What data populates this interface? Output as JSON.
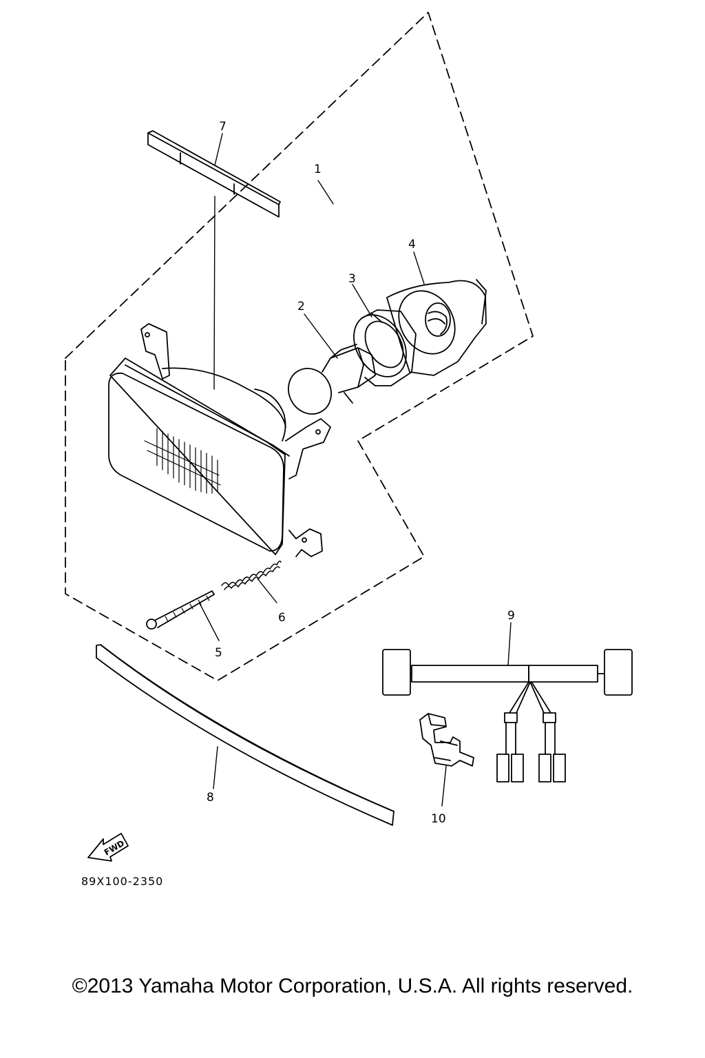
{
  "parts": [
    {
      "id": "1",
      "label": "1"
    },
    {
      "id": "2",
      "label": "2"
    },
    {
      "id": "3",
      "label": "3"
    },
    {
      "id": "4",
      "label": "4"
    },
    {
      "id": "5",
      "label": "5"
    },
    {
      "id": "6",
      "label": "6"
    },
    {
      "id": "7",
      "label": "7"
    },
    {
      "id": "8",
      "label": "8"
    },
    {
      "id": "9",
      "label": "9"
    },
    {
      "id": "10",
      "label": "10"
    }
  ],
  "fwd_arrow": {
    "label": "FWD"
  },
  "diagram_code": "89X100-2350",
  "copyright": "©2013 Yamaha Motor Corporation, U.S.A. All rights reserved."
}
